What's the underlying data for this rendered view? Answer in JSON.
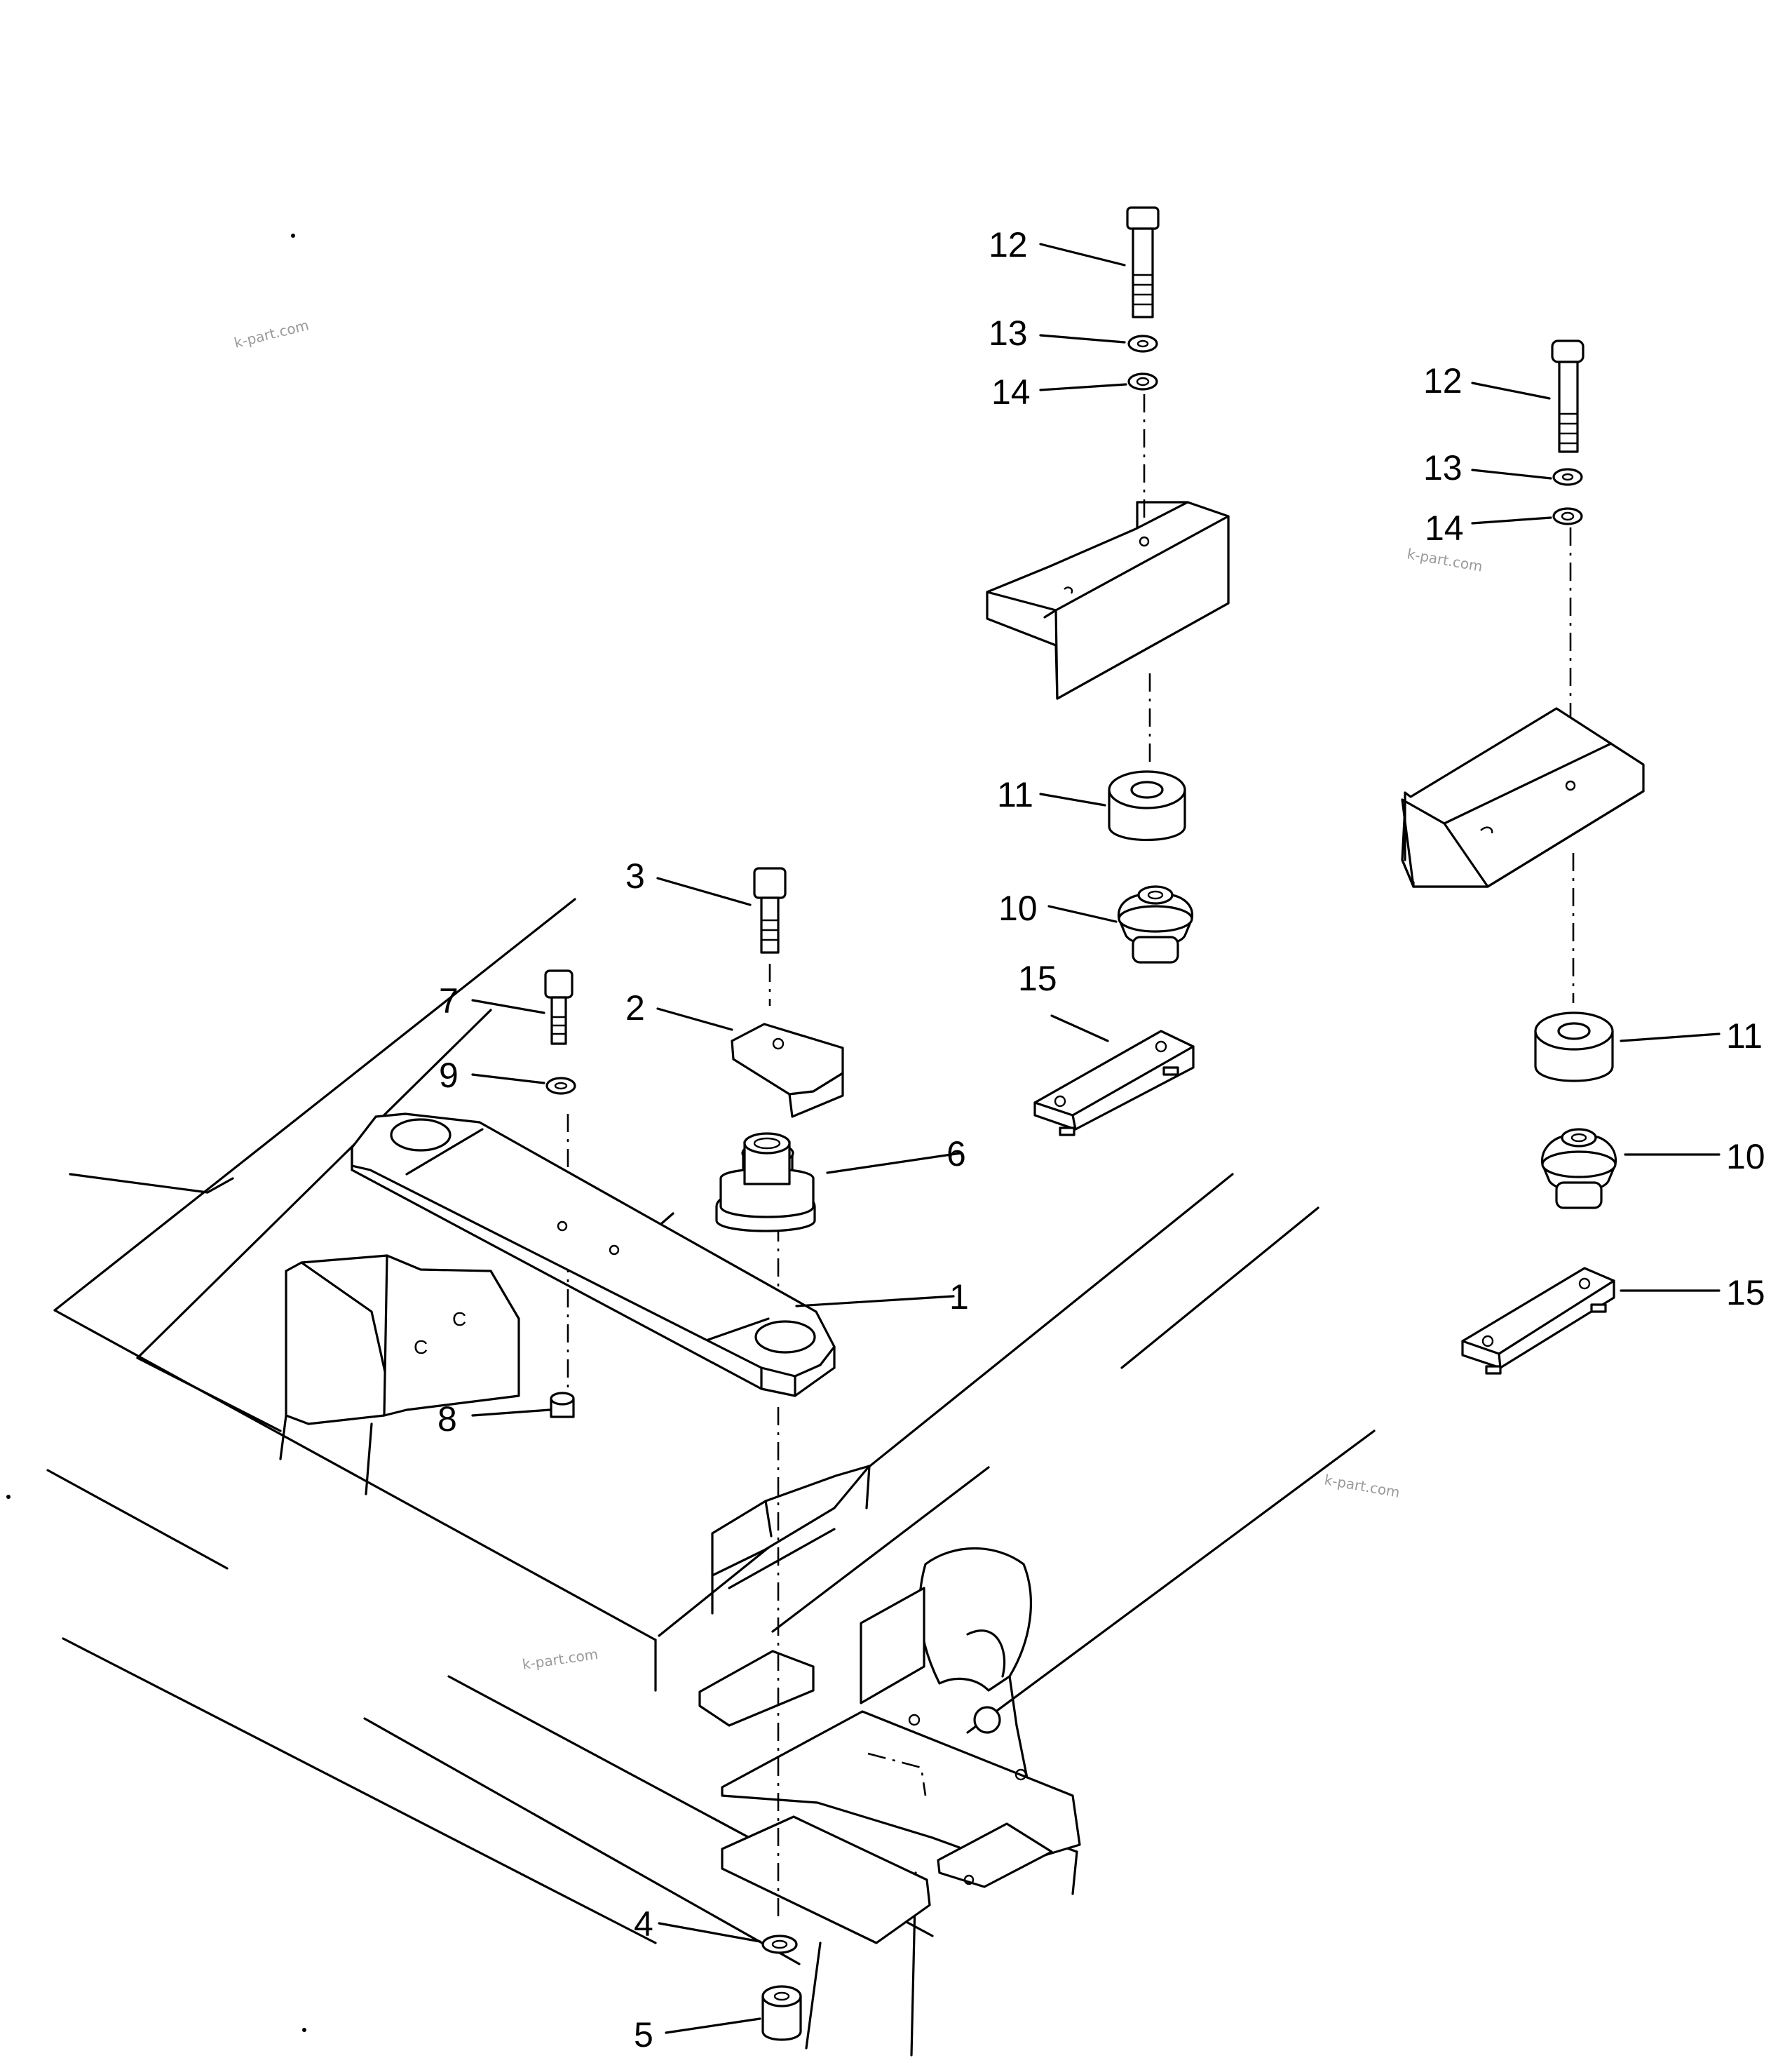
{
  "diagram": {
    "callouts": [
      {
        "id": "12a",
        "text": "12"
      },
      {
        "id": "13a",
        "text": "13"
      },
      {
        "id": "14a",
        "text": "14"
      },
      {
        "id": "11a",
        "text": "11"
      },
      {
        "id": "10a",
        "text": "10"
      },
      {
        "id": "15a",
        "text": "15"
      },
      {
        "id": "12b",
        "text": "12"
      },
      {
        "id": "13b",
        "text": "13"
      },
      {
        "id": "14b",
        "text": "14"
      },
      {
        "id": "11b",
        "text": "11"
      },
      {
        "id": "10b",
        "text": "10"
      },
      {
        "id": "15b",
        "text": "15"
      },
      {
        "id": "3",
        "text": "3"
      },
      {
        "id": "2",
        "text": "2"
      },
      {
        "id": "7",
        "text": "7"
      },
      {
        "id": "9",
        "text": "9"
      },
      {
        "id": "6",
        "text": "6"
      },
      {
        "id": "1",
        "text": "1"
      },
      {
        "id": "8",
        "text": "8"
      },
      {
        "id": "4",
        "text": "4"
      },
      {
        "id": "5",
        "text": "5"
      }
    ],
    "watermarks": [
      "k-part.com",
      "k-part.com",
      "k-part.com",
      "k-part.com"
    ]
  }
}
